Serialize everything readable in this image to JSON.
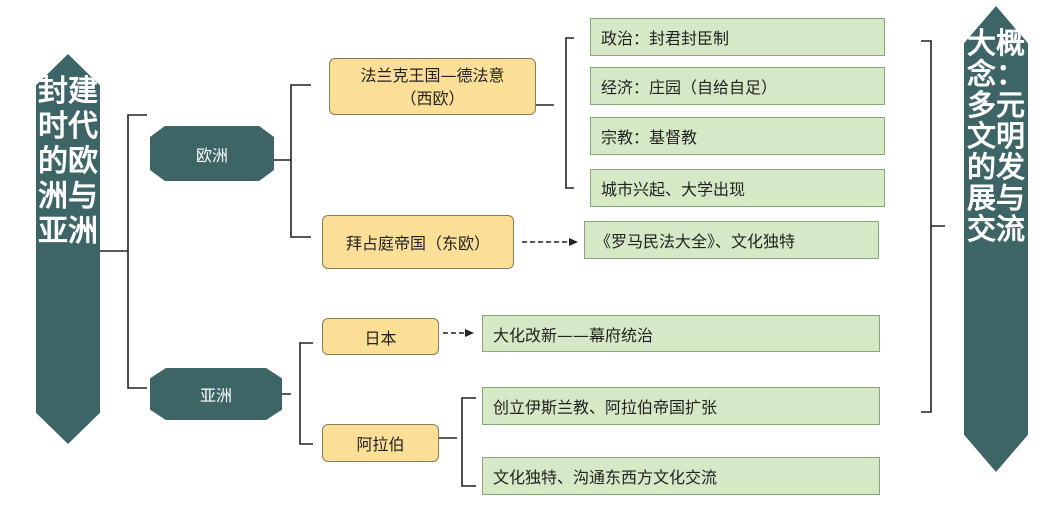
{
  "colors": {
    "dark_teal": "#3d6566",
    "yellow_fill": "#fcdf96",
    "green_fill": "#d6e9c6",
    "line": "#222222"
  },
  "left_title": "封建时代的欧洲与亚洲",
  "right_title": "大概念：多元文明的发展与交流",
  "europe": {
    "label": "欧洲",
    "frank": {
      "line1": "法兰克王国—德法意",
      "line2": "（西欧）"
    },
    "frank_items": [
      "政治：封君封臣制",
      "经济：庄园（自给自足）",
      "宗教：基督教",
      "城市兴起、大学出现"
    ],
    "byzantine": "拜占庭帝国（东欧）",
    "byzantine_item": "《罗马民法大全》、文化独特"
  },
  "asia": {
    "label": "亚洲",
    "japan": "日本",
    "japan_item": "大化改新——幕府统治",
    "arab": "阿拉伯",
    "arab_items": [
      "创立伊斯兰教、阿拉伯帝国扩张",
      "文化独特、沟通东西方文化交流"
    ]
  }
}
